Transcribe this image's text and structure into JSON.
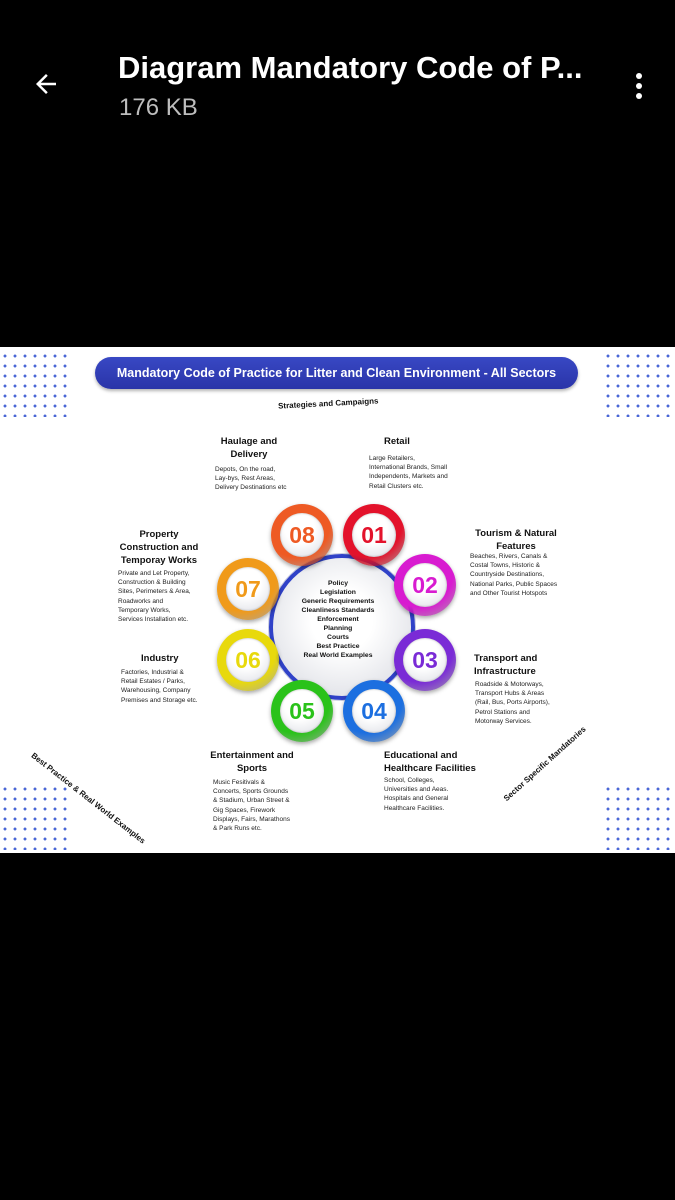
{
  "header": {
    "back_icon": "arrow-left-icon",
    "title": "Diagram Mandatory Code of P...",
    "file_size": "176 KB",
    "menu_icon": "more-vertical-icon"
  },
  "diagram": {
    "banner": "Mandatory Code of Practice for Litter and Clean Environment - All Sectors",
    "top_arc": "Strategies and Campaigns",
    "left_arc": "Best Practice & Real World Examples",
    "right_arc": "Sector Specific Mandatories",
    "center_lines": [
      "Policy",
      "Legislation",
      "Generic Requirements",
      "Cleanliness Standards",
      "Enforcement",
      "Planning",
      "Courts",
      "Best Practice",
      "Real World Examples"
    ],
    "nodes": [
      {
        "num": "01",
        "color": "#e3122b"
      },
      {
        "num": "02",
        "color": "#d81bd0"
      },
      {
        "num": "03",
        "color": "#7a2bd6"
      },
      {
        "num": "04",
        "color": "#1c6fe0"
      },
      {
        "num": "05",
        "color": "#2ac21a"
      },
      {
        "num": "06",
        "color": "#e8d90c"
      },
      {
        "num": "07",
        "color": "#f09a1a"
      },
      {
        "num": "08",
        "color": "#ee5a24"
      }
    ],
    "sectors": {
      "retail": {
        "title": "Retail",
        "desc": [
          "Large Retailers,",
          "International Brands, Small",
          "Independents, Markets  and",
          "Retail Clusters etc."
        ]
      },
      "tourism": {
        "title": [
          "Tourism & Natural",
          "Features"
        ],
        "desc": [
          "Beaches, Rivers, Canals &",
          "Costal Towns, Historic &",
          "Countryside Destinations,",
          "National Parks, Public Spaces",
          "and Other Tourist Hotspots"
        ]
      },
      "transport": {
        "title": [
          "Transport and",
          "Infrastructure"
        ],
        "desc": [
          "Roadside & Motorways,",
          "Transport Hubs & Areas",
          "(Rail, Bus, Ports  Airports),",
          "Petrol Stations and",
          "Motorway Services."
        ]
      },
      "education": {
        "title": [
          "Educational and",
          "Healthcare Facilities"
        ],
        "desc": [
          "School, Colleges,",
          "Universities and Aeas.",
          "Hospitals and General",
          "Healthcare Facilities."
        ]
      },
      "entertainment": {
        "title": [
          "Entertainment and",
          "Sports"
        ],
        "desc": [
          "Music Fesitivals &",
          "Concerts, Sports Grounds",
          "& Stadium, Urban Street &",
          "Gig Spaces, Firework",
          "Displays, Fairs, Marathons",
          "& Park Runs etc."
        ]
      },
      "industry": {
        "title": "Industry",
        "desc": [
          "Factories, Industrial &",
          "Retail Estates / Parks,",
          "Warehousing, Company",
          "Premises and Storage etc."
        ]
      },
      "property": {
        "title": [
          "Property",
          "Construction and",
          "Temporay Works"
        ],
        "desc": [
          "Private and Let Property,",
          "Construction & Building",
          "Sites, Perimeters & Area,",
          "Roadworks and",
          "Temporary Works,",
          "Services Installation etc."
        ]
      },
      "haulage": {
        "title": [
          "Haulage and",
          "Delivery"
        ],
        "desc": [
          "Depots,  On the road,",
          "Lay-bys, Rest Areas,",
          "Delivery Destinations etc"
        ]
      }
    }
  }
}
